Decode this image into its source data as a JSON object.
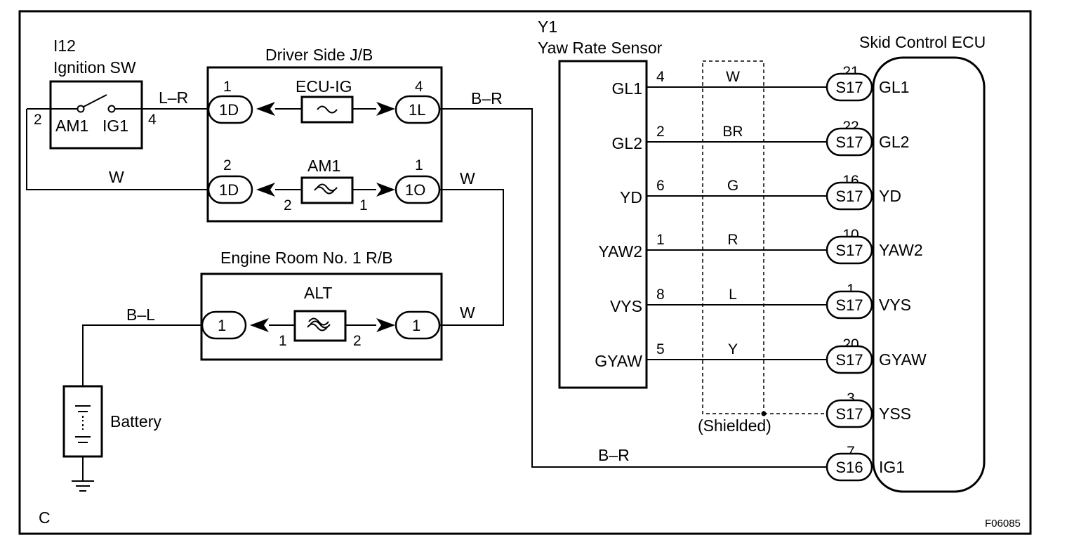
{
  "diagram_code": "F06085",
  "corner_letter": "C",
  "ignition_sw": {
    "id": "I12",
    "name": "Ignition SW",
    "term_am1": "AM1",
    "term_ig1": "IG1",
    "pin_left": "2",
    "pin_right": "4"
  },
  "driver_jb": {
    "title": "Driver Side J/B",
    "fuse_top": "ECU-IG",
    "fuse_bottom": "AM1",
    "conn_1d_top": "1D",
    "conn_1l": "1L",
    "conn_1d_bottom": "1D",
    "conn_1o": "1O",
    "pin_1d_top": "1",
    "pin_1l": "4",
    "pin_1d_bottom": "2",
    "pin_1o": "1",
    "fuse_pin_left": "2",
    "fuse_pin_right": "1"
  },
  "engine_rb": {
    "title": "Engine Room No. 1 R/B",
    "fuse": "ALT",
    "conn_left": "1",
    "conn_right": "1",
    "fuse_pin_left": "1",
    "fuse_pin_right": "2"
  },
  "battery": {
    "label": "Battery"
  },
  "wires": {
    "lr": "L–R",
    "w_top": "W",
    "br_top": "B–R",
    "w_mid": "W",
    "bl": "B–L",
    "w_low": "W",
    "br_bottom": "B–R"
  },
  "yaw_sensor": {
    "id": "Y1",
    "name": "Yaw Rate Sensor",
    "rows": [
      {
        "term": "GL1",
        "pin": "4",
        "color": "W"
      },
      {
        "term": "GL2",
        "pin": "2",
        "color": "BR"
      },
      {
        "term": "YD",
        "pin": "6",
        "color": "G"
      },
      {
        "term": "YAW2",
        "pin": "1",
        "color": "R"
      },
      {
        "term": "VYS",
        "pin": "8",
        "color": "L"
      },
      {
        "term": "GYAW",
        "pin": "5",
        "color": "Y"
      }
    ]
  },
  "shielded_label": "(Shielded)",
  "ecu": {
    "title": "Skid Control ECU",
    "rows": [
      {
        "pin": "21",
        "conn": "S17",
        "term": "GL1"
      },
      {
        "pin": "22",
        "conn": "S17",
        "term": "GL2"
      },
      {
        "pin": "16",
        "conn": "S17",
        "term": "YD"
      },
      {
        "pin": "10",
        "conn": "S17",
        "term": "YAW2"
      },
      {
        "pin": "1",
        "conn": "S17",
        "term": "VYS"
      },
      {
        "pin": "20",
        "conn": "S17",
        "term": "GYAW"
      },
      {
        "pin": "3",
        "conn": "S17",
        "term": "YSS"
      },
      {
        "pin": "7",
        "conn": "S16",
        "term": "IG1"
      }
    ]
  }
}
